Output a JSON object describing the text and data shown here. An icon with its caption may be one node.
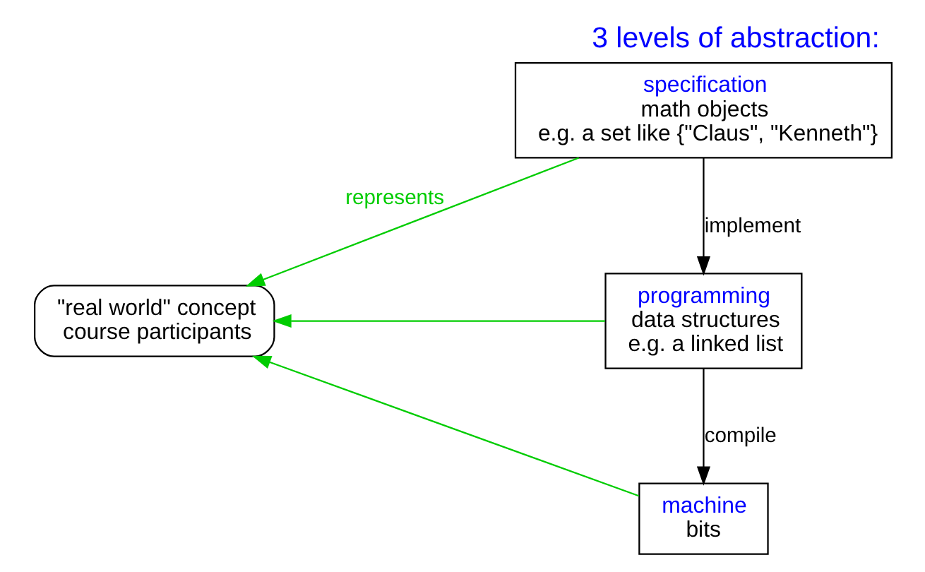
{
  "diagram": {
    "title": "3 levels of abstraction:",
    "nodes": [
      {
        "text": [
          "\"real world\" concept",
          "course participants"
        ]
      },
      {
        "text": [
          "specification",
          "math objects",
          "e.g. a set like {\"Claus\", \"Kenneth\"}"
        ]
      },
      {
        "text": [
          "programming",
          "data structures",
          "e.g. a linked list"
        ]
      },
      {
        "text": [
          "machine",
          "bits"
        ]
      }
    ],
    "edges": [
      {
        "from": 1,
        "to": 0,
        "arrow": "to",
        "label": "represents"
      },
      {
        "from": 2,
        "to": 0,
        "arrow": "to"
      },
      {
        "from": 3,
        "to": 0,
        "arrow": "to"
      },
      {
        "from": 1,
        "to": 2,
        "arrow": "to",
        "label": "implement",
        "color": "#000000"
      },
      {
        "from": 2,
        "to": 3,
        "arrow": "to",
        "label": "compile",
        "color": "#000000"
      }
    ]
  }
}
